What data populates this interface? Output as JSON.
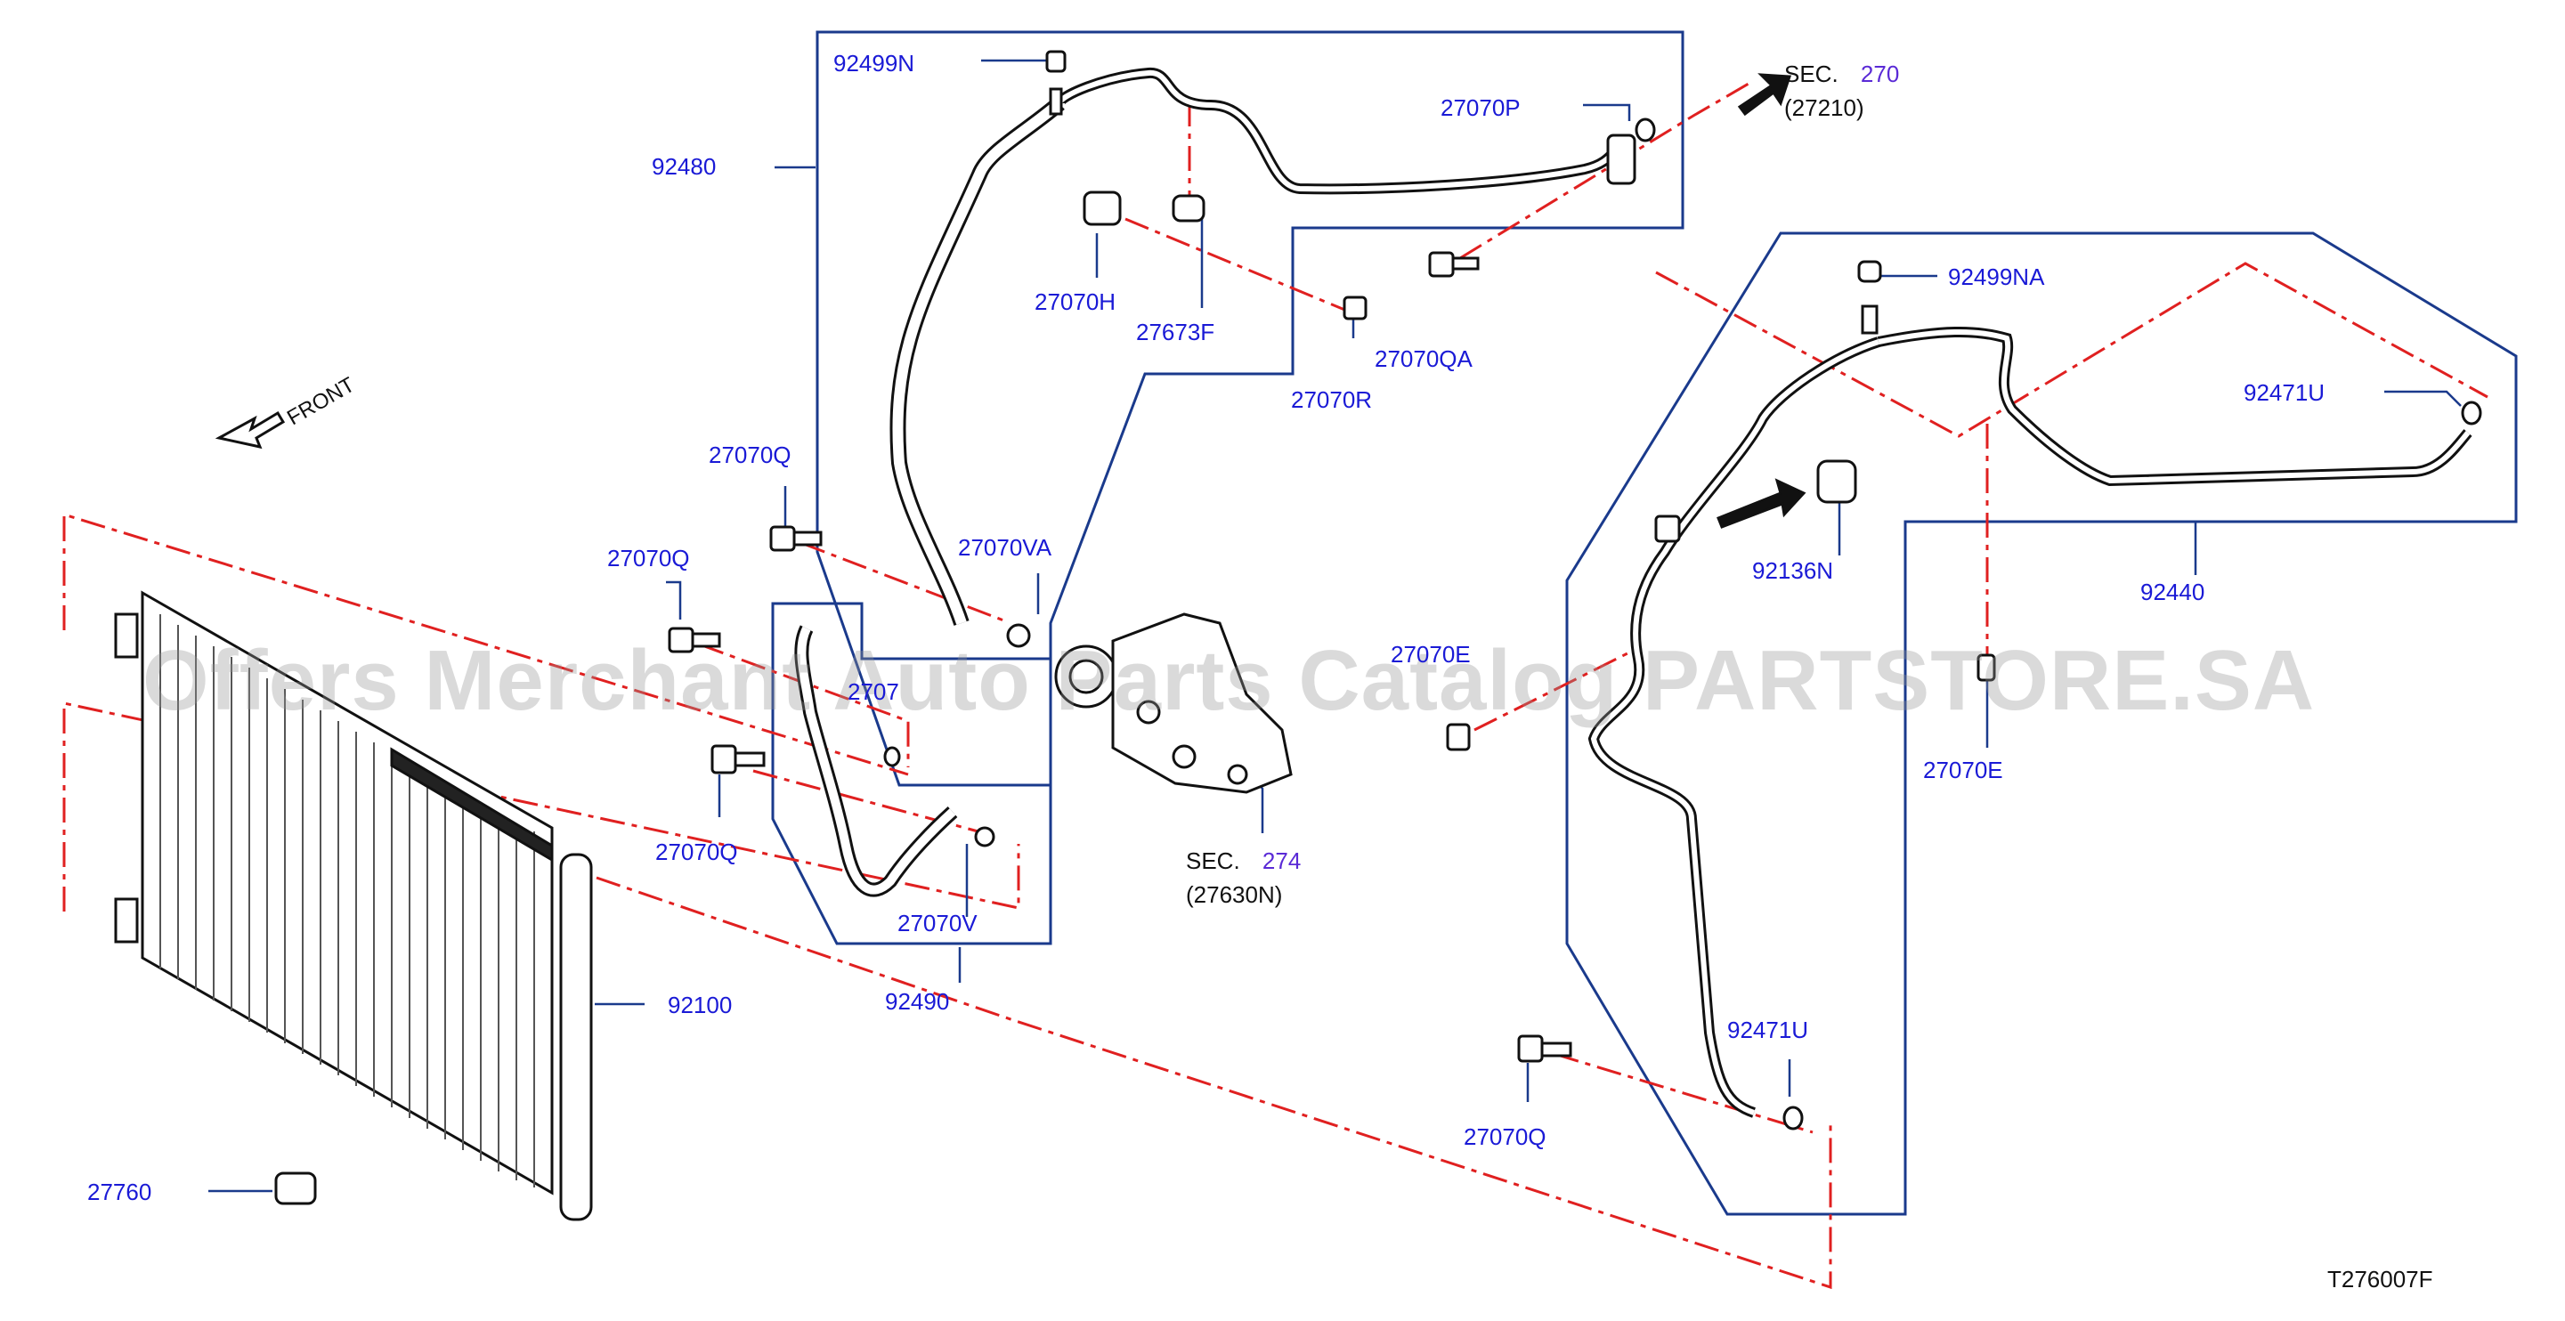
{
  "diagram_code": "T276007F",
  "watermark": "Offers Merchant Auto Parts Catalog PARTSTORE.SA",
  "front_label": "FRONT",
  "sections": [
    {
      "prefix": "SEC.",
      "number": "270",
      "sub": "(27210)"
    },
    {
      "prefix": "SEC.",
      "number": "274",
      "sub": "(27630N)"
    }
  ],
  "callouts": {
    "c92499N": "92499N",
    "c27070P": "27070P",
    "c92480": "92480",
    "c27070H": "27070H",
    "c27673F": "27673F",
    "c27070QA": "27070QA",
    "c27070R": "27070R",
    "c92499NA": "92499NA",
    "c92471U_top": "92471U",
    "c27070Q_1": "27070Q",
    "c27070VA": "27070VA",
    "c27070Q_2": "27070Q",
    "c2707x": "2707",
    "c27070E_mid": "27070E",
    "c92136N": "92136N",
    "c92440": "92440",
    "c27070Q_3": "27070Q",
    "c27070V": "27070V",
    "c27070E_right": "27070E",
    "c92490": "92490",
    "c92100": "92100",
    "c92471U_bottom": "92471U",
    "c27070Q_4": "27070Q",
    "c27760": "27760"
  },
  "colors": {
    "leader": "#1a3a8c",
    "callout": "#1a1ad6",
    "dashed": "#e02020",
    "part": "#111111"
  }
}
